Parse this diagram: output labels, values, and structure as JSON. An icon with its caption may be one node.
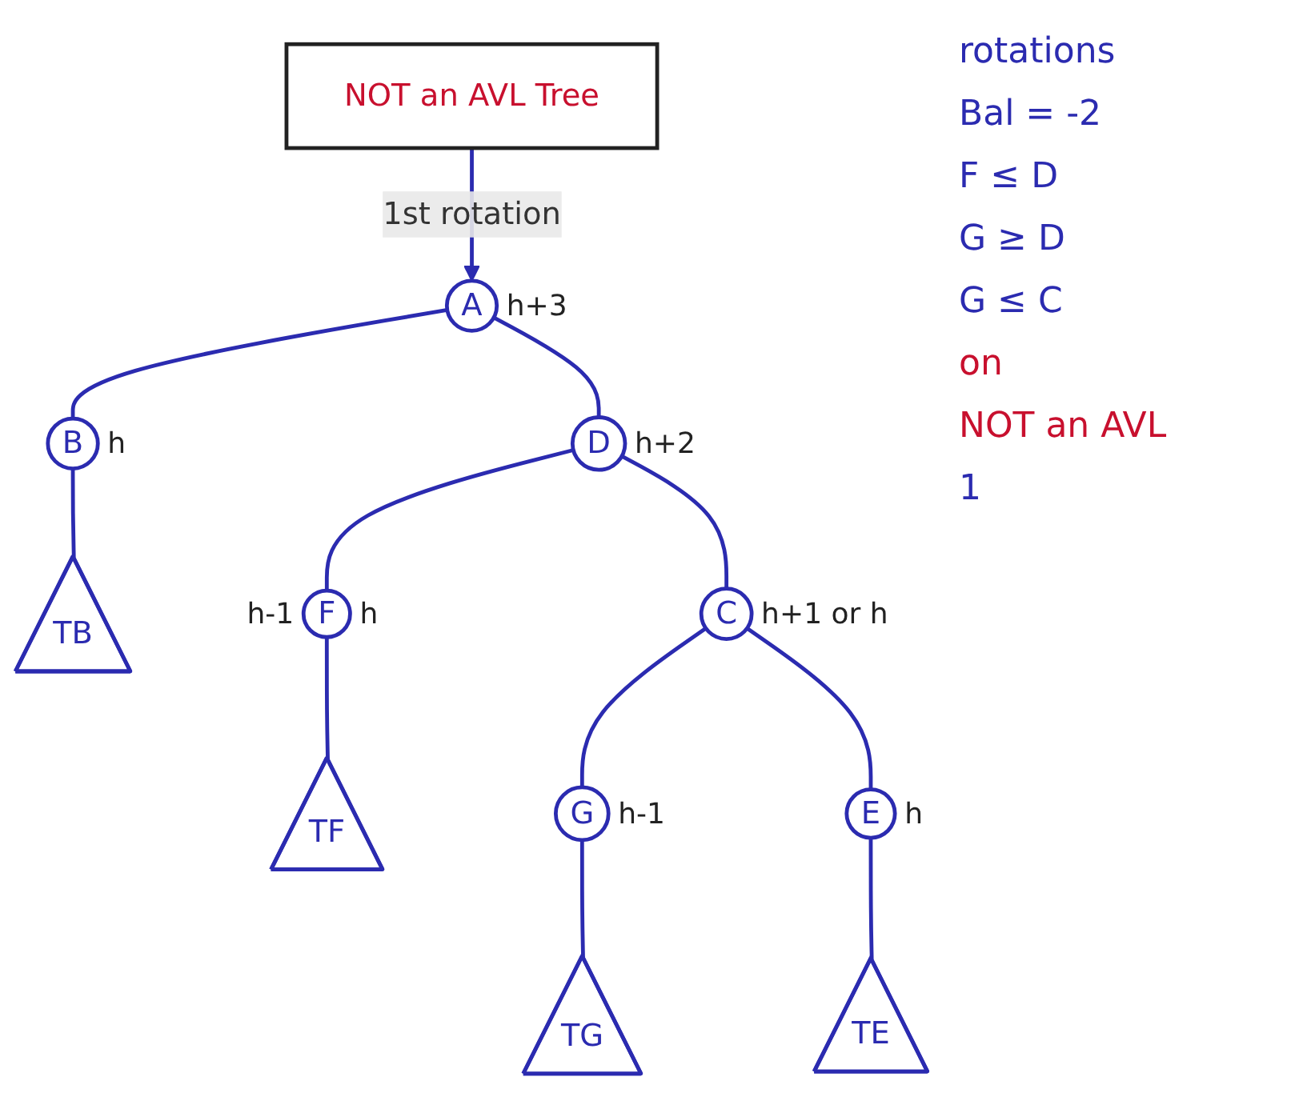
{
  "diagram": {
    "nodes": [
      {
        "text": [
          "NOT an AVL Tree"
        ]
      },
      {
        "text": [
          "A"
        ],
        "beside": [
          "h+3"
        ]
      },
      {
        "text": [
          "B"
        ],
        "beside": [
          "h"
        ]
      },
      {
        "text": [
          "D"
        ],
        "beside": [
          "h+2"
        ]
      },
      {
        "text": [
          "TB"
        ]
      },
      {
        "text": [
          "F"
        ],
        "beside": [
          "h",
          "h-1"
        ]
      },
      {
        "text": [
          "C"
        ],
        "beside": [
          "h+1 or h"
        ]
      },
      {
        "text": [
          "TF"
        ]
      },
      {
        "text": [
          "G"
        ],
        "beside": [
          "h-1"
        ]
      },
      {
        "text": [
          "E"
        ],
        "beside": [
          "h"
        ]
      },
      {
        "text": [
          "TG"
        ]
      },
      {
        "text": [
          "TE"
        ]
      }
    ],
    "edges": [
      {
        "from": 0,
        "to": 1,
        "arrow": "to",
        "label": "1st rotation"
      },
      {
        "from": 1,
        "to": 2,
        "arrow": "none"
      },
      {
        "from": 1,
        "to": 3,
        "arrow": "none"
      },
      {
        "from": 2,
        "to": 4,
        "arrow": "none"
      },
      {
        "from": 3,
        "to": 5,
        "arrow": "none"
      },
      {
        "from": 3,
        "to": 6,
        "arrow": "none"
      },
      {
        "from": 5,
        "to": 7,
        "arrow": "none"
      },
      {
        "from": 6,
        "to": 8,
        "arrow": "none"
      },
      {
        "from": 6,
        "to": 9,
        "arrow": "none"
      },
      {
        "from": 8,
        "to": 10,
        "arrow": "none"
      },
      {
        "from": 9,
        "to": 11,
        "arrow": "none"
      }
    ],
    "labels": [
      "rotations",
      "Bal = -2",
      "F ≤ D",
      "G ≥ D",
      "G ≤ C",
      "on",
      "NOT an AVL",
      "1"
    ]
  }
}
